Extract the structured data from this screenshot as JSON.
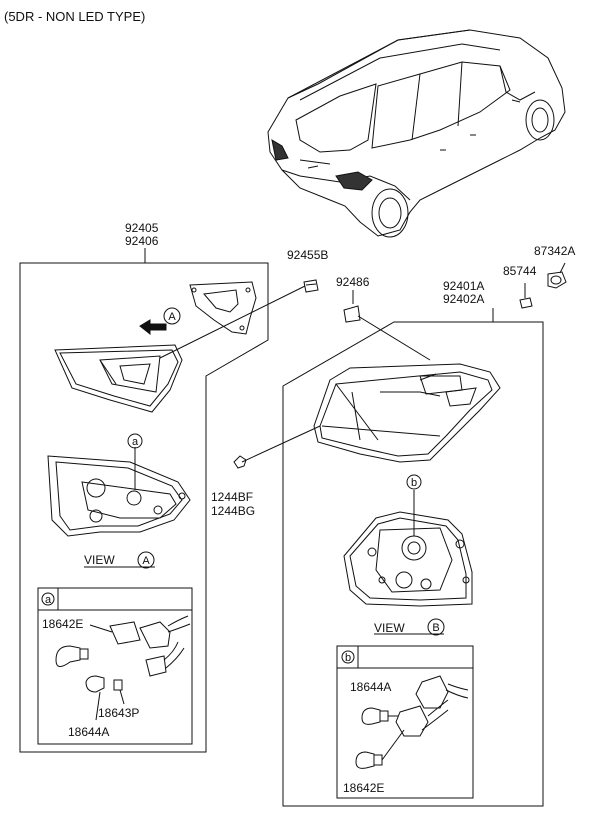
{
  "header": {
    "title": "(5DR - NON LED TYPE)"
  },
  "parts": {
    "p92405": "92405",
    "p92406": "92406",
    "p92455B": "92455B",
    "p92486": "92486",
    "p92401A": "92401A",
    "p92402A": "92402A",
    "p85744": "85744",
    "p87342A": "87342A",
    "p1244BF": "1244BF",
    "p1244BG": "1244BG"
  },
  "views": {
    "view_a_word": "VIEW",
    "view_a_letter": "A",
    "view_b_word": "VIEW",
    "view_b_letter": "B",
    "callout_a": "a",
    "callout_b": "b"
  },
  "detail_a": {
    "tag": "a",
    "p18642E": "18642E",
    "p18643P": "18643P",
    "p18644A": "18644A"
  },
  "detail_b": {
    "tag": "b",
    "p18644A": "18644A",
    "p18642E": "18642E"
  }
}
